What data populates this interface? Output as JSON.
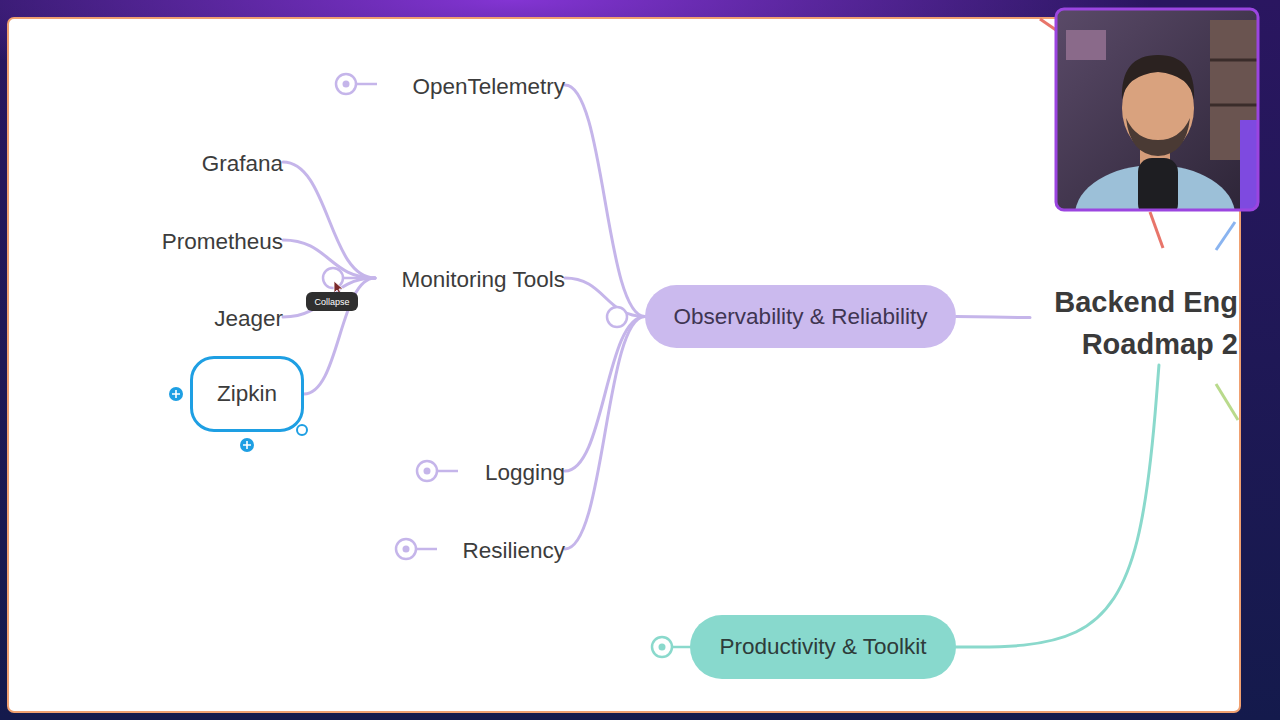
{
  "diagram": {
    "nodes": [
      {
        "text": [
          "Backend Eng Roadmap 2"
        ]
      },
      {
        "text": [
          "Observability & Reliability"
        ]
      },
      {
        "text": [
          "OpenTelemetry"
        ]
      },
      {
        "text": [
          "Monitoring Tools"
        ]
      },
      {
        "text": [
          "Grafana"
        ]
      },
      {
        "text": [
          "Prometheus"
        ]
      },
      {
        "text": [
          "Jeager"
        ]
      },
      {
        "text": [
          "Zipkin"
        ]
      },
      {
        "text": [
          "Logging"
        ]
      },
      {
        "text": [
          "Resiliency"
        ]
      },
      {
        "text": [
          "Productivity & Toolkit"
        ]
      }
    ],
    "edges": [
      {
        "from": 0,
        "to": 1,
        "arrow": "none"
      },
      {
        "from": 0,
        "to": 10,
        "arrow": "none"
      },
      {
        "from": 1,
        "to": 2,
        "arrow": "none"
      },
      {
        "from": 1,
        "to": 3,
        "arrow": "none"
      },
      {
        "from": 1,
        "to": 8,
        "arrow": "none"
      },
      {
        "from": 1,
        "to": 9,
        "arrow": "none"
      },
      {
        "from": 3,
        "to": 4,
        "arrow": "none"
      },
      {
        "from": 3,
        "to": 5,
        "arrow": "none"
      },
      {
        "from": 3,
        "to": 6,
        "arrow": "none"
      },
      {
        "from": 3,
        "to": 7,
        "arrow": "none"
      }
    ],
    "labels": [
      "Collapse"
    ]
  }
}
